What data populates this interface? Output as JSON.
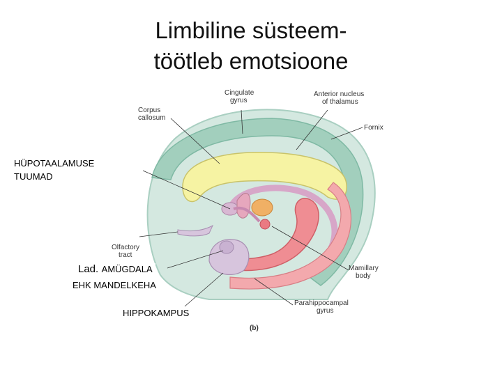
{
  "title": {
    "line1": "Limbiline süsteem-",
    "line2": "töötleb emotsioone"
  },
  "figure_labels": {
    "cingulate_gyrus": [
      "Cingulate",
      "gyrus"
    ],
    "anterior_nucleus": [
      "Anterior nucleus",
      "of thalamus"
    ],
    "corpus_callosum": [
      "Corpus",
      "callosum"
    ],
    "fornix": "Fornix",
    "olfactory_tract": [
      "Olfactory",
      "tract"
    ],
    "mamillary_body": [
      "Mamillary",
      "body"
    ],
    "parahippocampal_gyrus": [
      "Parahippocampal",
      "gyrus"
    ],
    "panel": "(b)"
  },
  "annotations": {
    "hypothalamus": [
      "HÜPOTAALAMUSE",
      "TUUMAD"
    ],
    "amygdala_prefix": "Lad.",
    "amygdala": "AMÜGDALA",
    "amygdala_alt": "EHK  MANDELKEHA",
    "hippocampus": "HIPPOKAMPUS"
  },
  "colors": {
    "cortex": "#cfe3dc",
    "gyrus": "#9fcdbd",
    "corpus_callosum": "#f7f3a6",
    "fornix": "#d9a5c6",
    "hippocampus": "#ee8d92",
    "thalamus": "#f1b066",
    "amygdala": "#d6c3dc"
  }
}
